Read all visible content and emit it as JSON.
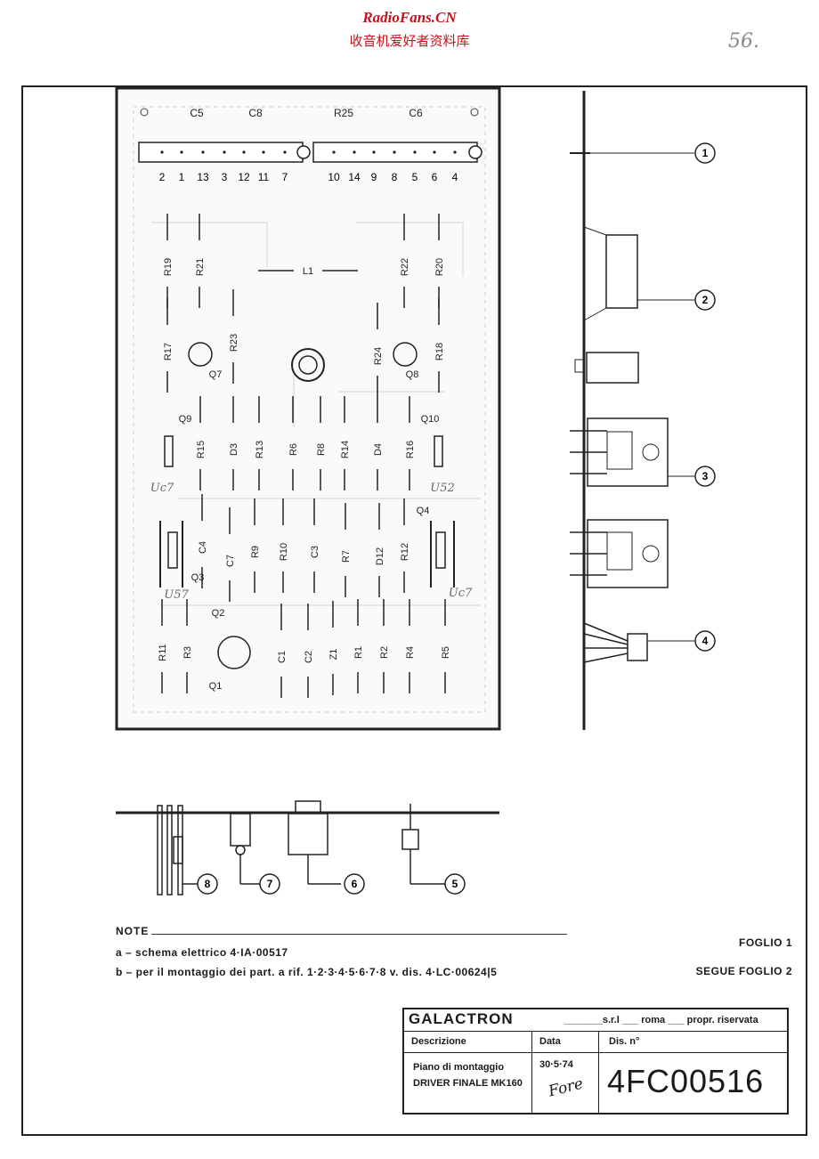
{
  "watermark": {
    "site": "RadioFans.CN",
    "subtitle": "收音机爱好者资料库"
  },
  "corner_mark": "56.",
  "board": {
    "top_labels": [
      "C5",
      "C8",
      "R25",
      "C6"
    ],
    "pin_numbers": [
      "2",
      "1",
      "13",
      "3",
      "12",
      "11",
      "7",
      "10",
      "14",
      "9",
      "8",
      "5",
      "6",
      "4"
    ],
    "components": [
      "R19",
      "R21",
      "L1",
      "R22",
      "R20",
      "R17",
      "R23",
      "R24",
      "R18",
      "Q7",
      "Q8",
      "Q9",
      "R15",
      "D3",
      "R13",
      "R6",
      "R8",
      "R14",
      "D4",
      "R16",
      "Q10",
      "C4",
      "C7",
      "R9",
      "R10",
      "C3",
      "R7",
      "D12",
      "R12",
      "Q4",
      "Q3",
      "Q2",
      "Q1",
      "R11",
      "R3",
      "C1",
      "C2",
      "Z1",
      "R1",
      "R2",
      "R4",
      "R5"
    ],
    "handwritten": [
      "Uc7",
      "U52",
      "U57",
      "Uc7"
    ]
  },
  "callouts": [
    "1",
    "2",
    "3",
    "4",
    "5",
    "6",
    "7",
    "8"
  ],
  "notes": {
    "title": "NOTE",
    "a": "a – schema elettrico 4·IA·00517",
    "b": "b – per il montaggio dei part. a rif. 1·2·3·4·5·6·7·8 v. dis. 4·LC·00624|5"
  },
  "sheet": {
    "foglio": "FOGLIO 1",
    "segue": "SEGUE FOGLIO 2"
  },
  "title_block": {
    "company": "GALACTRON",
    "company_suffix": "_______s.r.l ___ roma ___ propr. riservata",
    "col_descrizione": "Descrizione",
    "col_data": "Data",
    "col_dis": "Dis. n°",
    "description": "Piano di montaggio DRIVER FINALE MK160",
    "date": "30·5·74",
    "signature": "Fore",
    "drawing_number": "4FC00516"
  }
}
